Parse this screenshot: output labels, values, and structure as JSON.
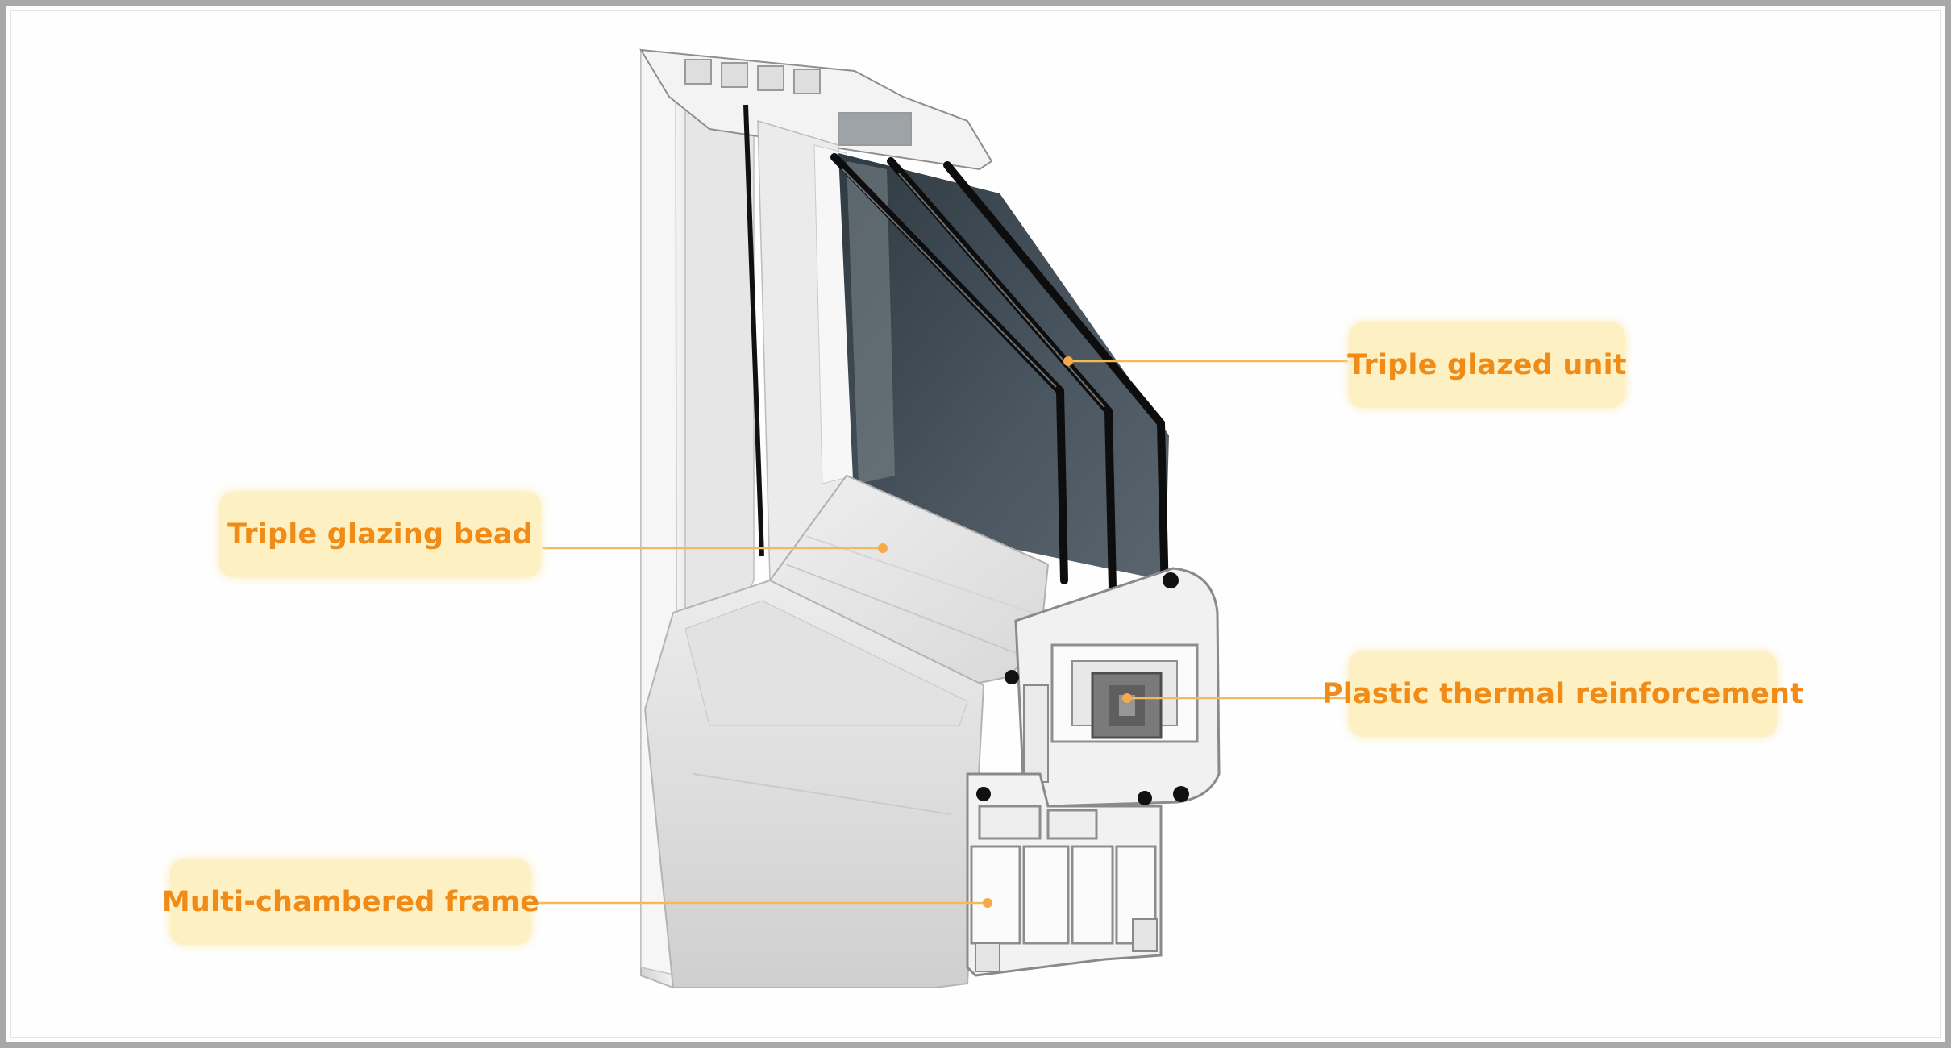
{
  "callouts": {
    "triple_glazed_unit": "Triple glazed unit",
    "triple_glazing_bead": "Triple glazing bead",
    "plastic_thermal_reinforcement": "Plastic thermal reinforcement",
    "multi_chambered_frame": "Multi-chambered frame"
  },
  "colors": {
    "callout_fill": "#fdf0c2",
    "callout_text": "#ef8b16",
    "leader_line": "#f5b95a",
    "glass": "#3f4a52",
    "pvc_profile": "#e9e9e9"
  }
}
